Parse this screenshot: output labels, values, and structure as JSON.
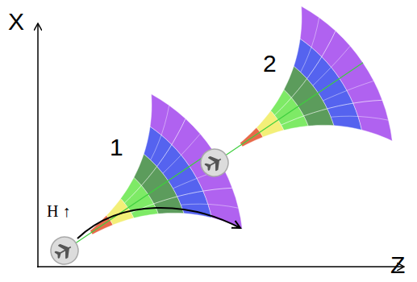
{
  "diagram": {
    "labels": [
      "X",
      "Z",
      "1",
      "2",
      "H ↑"
    ]
  }
}
